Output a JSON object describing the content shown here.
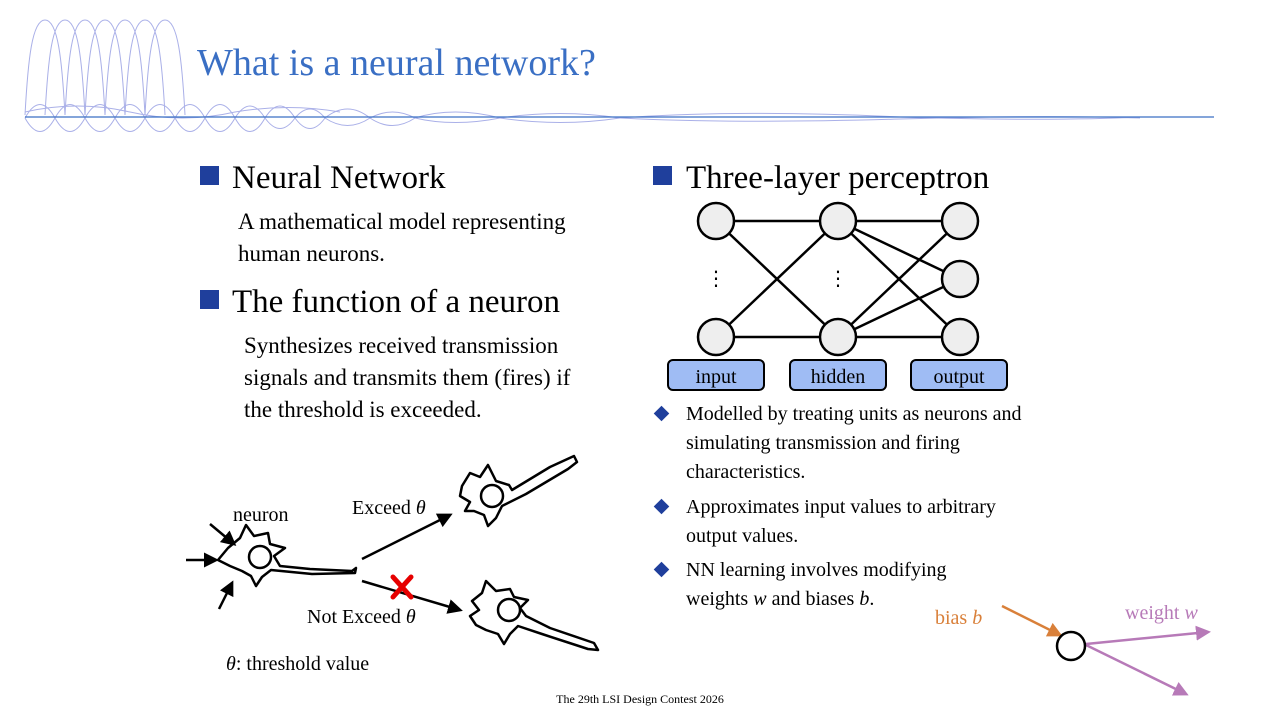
{
  "slide": {
    "title": "What is a neural network?",
    "footer": "The 29th LSI Design Contest 2026"
  },
  "left": {
    "section1": {
      "heading": "Neural Network",
      "body_lines": [
        "A mathematical model representing",
        "human neurons."
      ]
    },
    "section2": {
      "heading": "The function of a neuron",
      "body_lines": [
        "Synthesizes received transmission",
        "signals and transmits them (fires) if",
        "the threshold is exceeded."
      ]
    },
    "diagram": {
      "neuron_label": "neuron",
      "exceed_label": "Exceed",
      "not_exceed_label": "Not Exceed",
      "theta_symbol": "θ",
      "legend_rest": ": threshold value",
      "reject_mark": "✕"
    }
  },
  "right": {
    "heading": "Three-layer perceptron",
    "ellipsis": "⋮",
    "layers": [
      "input",
      "hidden",
      "output"
    ],
    "bullets": [
      [
        "Modelled by treating units as neurons and",
        "simulating transmission and firing",
        "characteristics."
      ],
      [
        "Approximates input values to arbitrary",
        "output values."
      ]
    ],
    "bullet3": {
      "line1": "NN learning involves modifying",
      "line2_a": "weights ",
      "w": "w",
      "line2_b": " and biases ",
      "b": "b",
      "line2_c": "."
    },
    "unit_diagram": {
      "bias_label": "bias",
      "bias_symbol": "b",
      "weight_label": "weight",
      "weight_symbol": "w"
    }
  },
  "colors": {
    "title": "#3a6fc4",
    "bullet_square": "#1f3f9c",
    "layer_box": "#9fbcf4",
    "bias": "#d9803a",
    "weight": "#b77ab8",
    "reject": "#e60000",
    "header_line": "#3a6fc4"
  }
}
